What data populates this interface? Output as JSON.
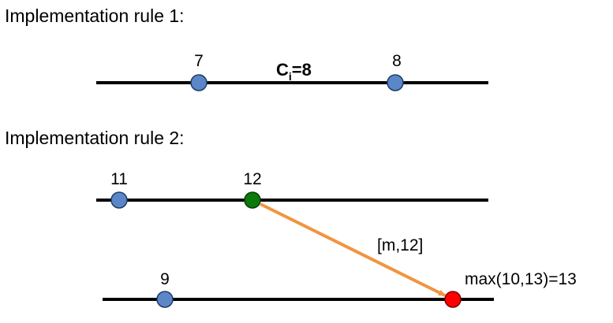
{
  "rule1": {
    "heading": "Implementation rule 1:",
    "event_a_label": "7",
    "event_b_label": "8",
    "clock_var": "C",
    "clock_sub": "i",
    "clock_value": "=8"
  },
  "rule2": {
    "heading": "Implementation rule 2:",
    "sender_event_1_label": "11",
    "sender_event_2_label": "12",
    "message_label": "[m,12]",
    "receiver_event_1_label": "9",
    "receive_event_label": "max(10,13)=13"
  },
  "colors": {
    "event_blue": "#5b87c9",
    "send_green": "#0a7a0a",
    "receive_red": "#ff0000",
    "arrow_orange": "#f0953f",
    "timeline": "#000000"
  }
}
